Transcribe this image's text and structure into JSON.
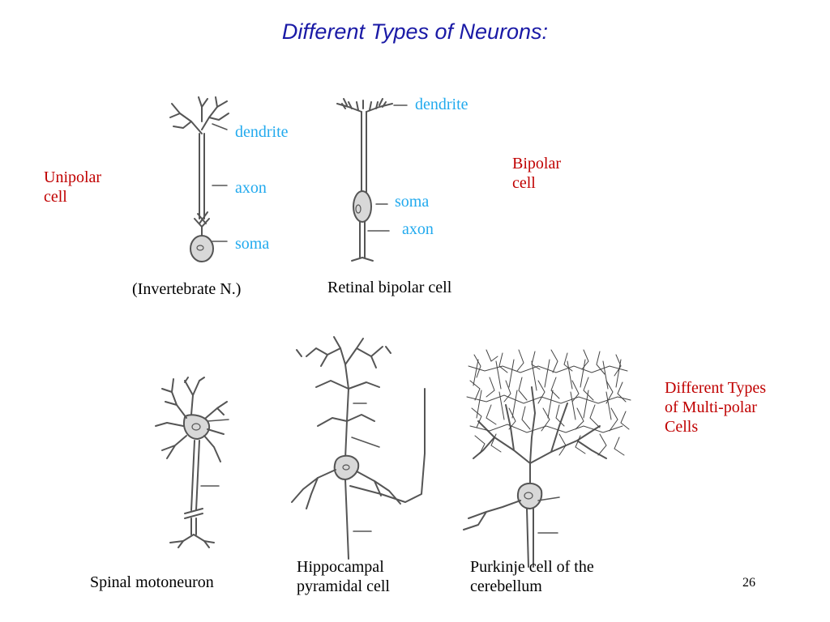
{
  "slide": {
    "title": "Different Types of Neurons:",
    "page_number": "26"
  },
  "unipolar": {
    "heading_line1": "Unipolar",
    "heading_line2": "cell",
    "dendrite": "dendrite",
    "axon": "axon",
    "soma": "soma",
    "caption": "(Invertebrate N.)"
  },
  "bipolar": {
    "heading_line1": "Bipolar",
    "heading_line2": "cell",
    "dendrite": "dendrite",
    "soma": "soma",
    "axon": "axon",
    "caption": "Retinal bipolar cell"
  },
  "multipolar": {
    "heading_line1": "Different Types",
    "heading_line2": "of Multi-polar",
    "heading_line3": "Cells",
    "spinal_caption": "Spinal motoneuron",
    "hippo_caption_line1": "Hippocampal",
    "hippo_caption_line2": "pyramidal cell",
    "purkinje_caption_line1": "Purkinje cell of the",
    "purkinje_caption_line2": "cerebellum"
  },
  "colors": {
    "title": "#1a1aa6",
    "heading": "#c00000",
    "part_label": "#22aaee",
    "drawing": "#555555"
  }
}
